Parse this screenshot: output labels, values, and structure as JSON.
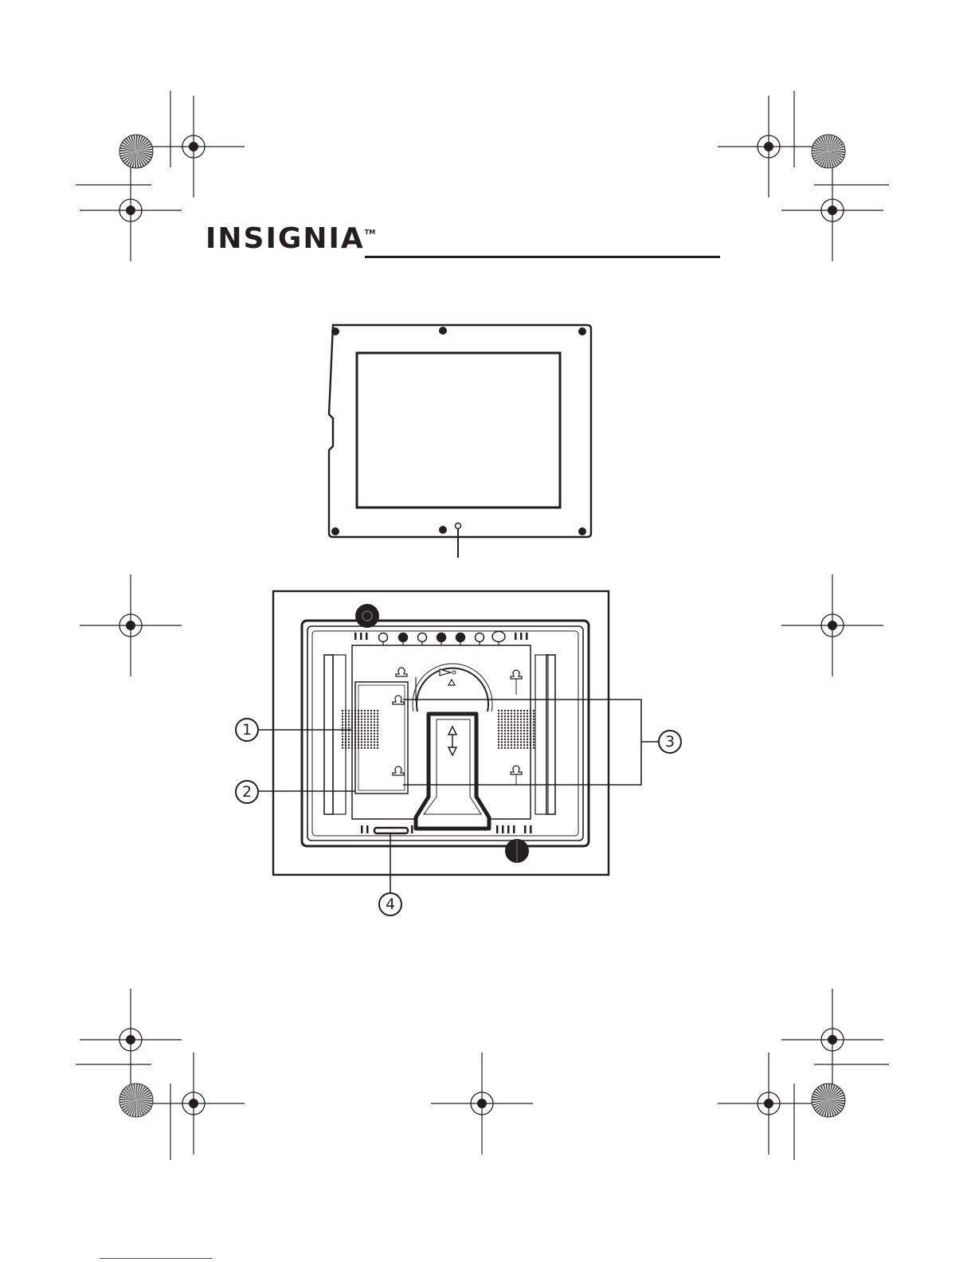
{
  "header": {
    "brand": "INSIGNIA",
    "trademark": "TM"
  },
  "figure": {
    "callouts": [
      {
        "number": "1"
      },
      {
        "number": "2"
      },
      {
        "number": "3"
      },
      {
        "number": "4"
      }
    ]
  },
  "colors": {
    "ink": "#231f20",
    "link": "#2b4fc9"
  },
  "icons": [
    "registration-mark-icon",
    "starburst-target-icon",
    "power-button-icon",
    "speaker-grille-icon",
    "stand-arrow-icon"
  ]
}
